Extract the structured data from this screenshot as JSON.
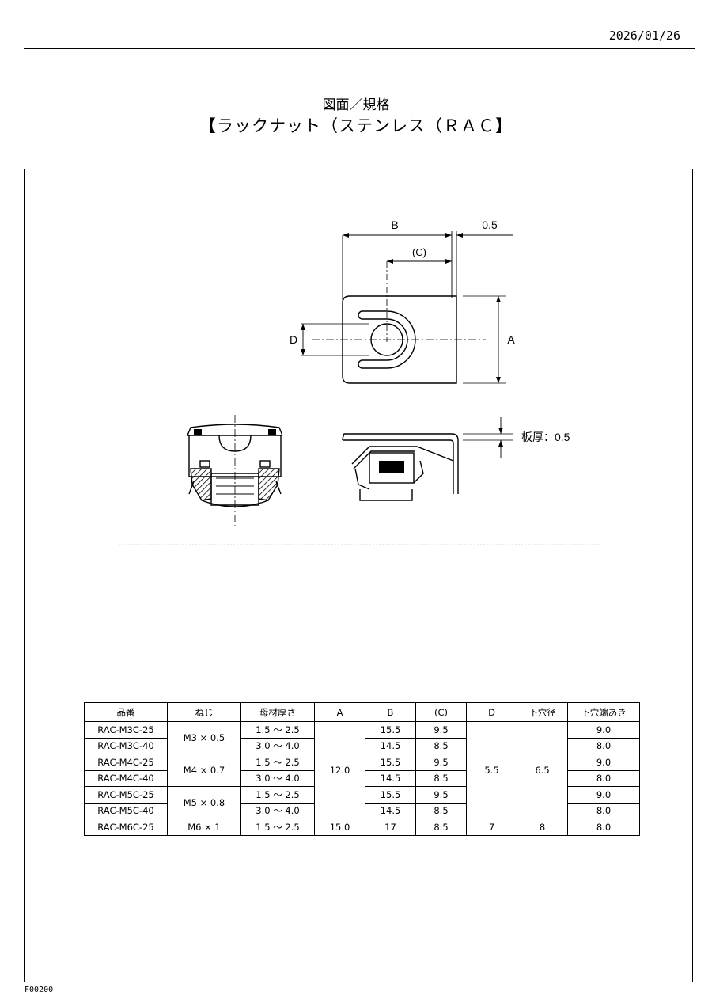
{
  "header": {
    "date": "2026/01/26"
  },
  "title": {
    "subtitle": "図面／規格",
    "main": "【ラックナット（ステンレス（ＲＡＣ】"
  },
  "drawing": {
    "dim_b": "B",
    "dim_05": "0.5",
    "dim_c": "(C)",
    "dim_d": "D",
    "dim_a": "A",
    "thickness": "板厚：0.5"
  },
  "table": {
    "headers": [
      "品番",
      "ねじ",
      "母材厚さ",
      "A",
      "B",
      "(C)",
      "D",
      "下穴径",
      "下穴端あき"
    ],
    "rows": [
      {
        "part": "RAC-M3C-25",
        "thread": "M3 × 0.5",
        "thickness": "1.5 ～ 2.5",
        "a": "12.0",
        "b": "15.5",
        "c": "9.5",
        "d": "5.5",
        "hole": "6.5",
        "edge": "9.0"
      },
      {
        "part": "RAC-M3C-40",
        "thickness": "3.0 ～ 4.0",
        "b": "14.5",
        "c": "8.5",
        "edge": "8.0"
      },
      {
        "part": "RAC-M4C-25",
        "thread": "M4 × 0.7",
        "thickness": "1.5 ～ 2.5",
        "b": "15.5",
        "c": "9.5",
        "edge": "9.0"
      },
      {
        "part": "RAC-M4C-40",
        "thickness": "3.0 ～ 4.0",
        "b": "14.5",
        "c": "8.5",
        "edge": "8.0"
      },
      {
        "part": "RAC-M5C-25",
        "thread": "M5 × 0.8",
        "thickness": "1.5 ～ 2.5",
        "b": "15.5",
        "c": "9.5",
        "edge": "9.0"
      },
      {
        "part": "RAC-M5C-40",
        "thickness": "3.0 ～ 4.0",
        "b": "14.5",
        "c": "8.5",
        "edge": "8.0"
      },
      {
        "part": "RAC-M6C-25",
        "thread": "M6 × 1",
        "thickness": "1.5 ～ 2.5",
        "a": "15.0",
        "b": "17",
        "c": "8.5",
        "d": "7",
        "hole": "8",
        "edge": "8.0"
      }
    ]
  },
  "footer": {
    "code": "F00200"
  }
}
